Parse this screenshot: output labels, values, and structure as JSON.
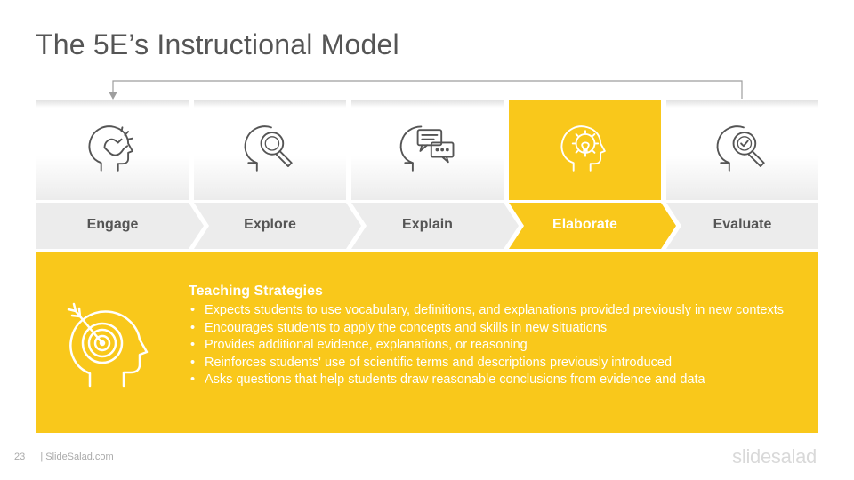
{
  "slide": {
    "title": "The 5E’s Instructional Model",
    "page_number": "23",
    "footer_source": "| SlideSalad.com",
    "brand_logo": "slidesalad"
  },
  "stages": [
    {
      "label": "Engage",
      "icon": "head-magnet-icon",
      "active": false
    },
    {
      "label": "Explore",
      "icon": "head-magnifier-icon",
      "active": false
    },
    {
      "label": "Explain",
      "icon": "head-speech-bubbles-icon",
      "active": false
    },
    {
      "label": "Elaborate",
      "icon": "head-lightbulb-gear-icon",
      "active": true
    },
    {
      "label": "Evaluate",
      "icon": "head-magnifier-check-icon",
      "active": false
    }
  ],
  "strategies": {
    "icon": "head-target-arrow-icon",
    "title": "Teaching Strategies",
    "items": [
      "Expects students to use vocabulary, definitions, and explanations provided previously in new contexts",
      "Encourages students to apply the concepts and skills in new situations",
      "Provides additional evidence, explanations, or reasoning",
      "Reinforces students' use of scientific terms and descriptions previously introduced",
      "Asks questions that help students draw reasonable conclusions from evidence and data"
    ]
  },
  "colors": {
    "accent": "#f9c81b",
    "title_text": "#555555",
    "card_gray": "#ececec"
  }
}
